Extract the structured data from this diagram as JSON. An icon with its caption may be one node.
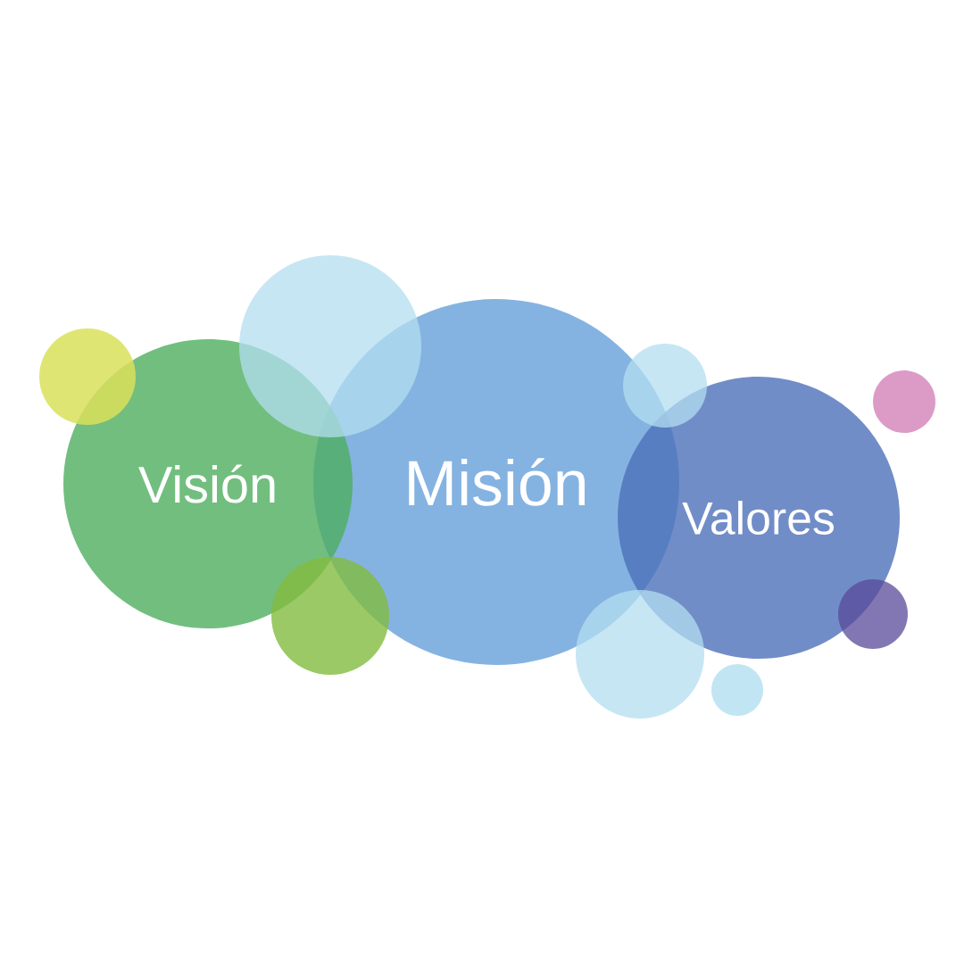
{
  "diagram": {
    "nodes": [
      {
        "text": [],
        "shape": "circle"
      },
      {
        "text": [
          "Visión"
        ]
      },
      {
        "text": [],
        "shape": "circle"
      },
      {
        "text": [],
        "shape": "circle"
      },
      {
        "text": [
          "Misión"
        ]
      },
      {
        "text": [],
        "shape": "circle"
      },
      {
        "text": [],
        "shape": "circle"
      },
      {
        "text": [],
        "shape": "circle"
      },
      {
        "text": [
          "Valores"
        ]
      },
      {
        "text": [],
        "shape": "circle"
      },
      {
        "text": [],
        "shape": "circle"
      }
    ]
  }
}
